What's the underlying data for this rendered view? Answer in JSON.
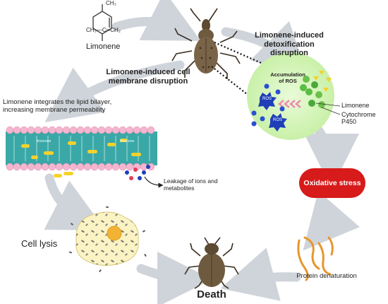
{
  "molecule": {
    "name": "Limonene",
    "group_label": "CH₃—C═CH₂",
    "ring_label": "CH₃"
  },
  "headings": {
    "detox": "Limonene-induced detoxification disruption",
    "membrane": "Limonene-induced cell membrane disruption"
  },
  "membrane": {
    "description": "Limonene integrates the lipid bilayer, increasing membrane permeability",
    "inner_tag_left": "limonene",
    "inner_tag_right": "limonene",
    "leakage": "Leakage of ions and metabolites"
  },
  "detox_panel": {
    "title": "Accumulation of ROS",
    "ros_label": "ROS",
    "legend": [
      "Limonene",
      "Cytochrome P450"
    ]
  },
  "pathway": {
    "oxidative_stress": "Oxidative stress",
    "protein": "Protein denaturation",
    "cell_lysis": "Cell lysis",
    "death": "Death"
  },
  "colors": {
    "arrow": "#cfd4da",
    "stress_red": "#d71a1a",
    "detox_panel": "#dff7c6",
    "ros_blue": "#1f3fb8",
    "membrane_pink": "#f4b6cf",
    "membrane_teal": "#3ba8a8",
    "lipid_yellow": "#f4d22a",
    "protein_orange": "#e8962e",
    "cell_fill": "#fbf3c4",
    "insect_brown": "#7a6448"
  },
  "icons": [
    "limonene-molecule-icon",
    "weevil-icon",
    "dead-weevil-icon",
    "lysed-cell-icon",
    "protein-strand-icon",
    "ros-molecule-icon",
    "cytochrome-p450-icon"
  ]
}
